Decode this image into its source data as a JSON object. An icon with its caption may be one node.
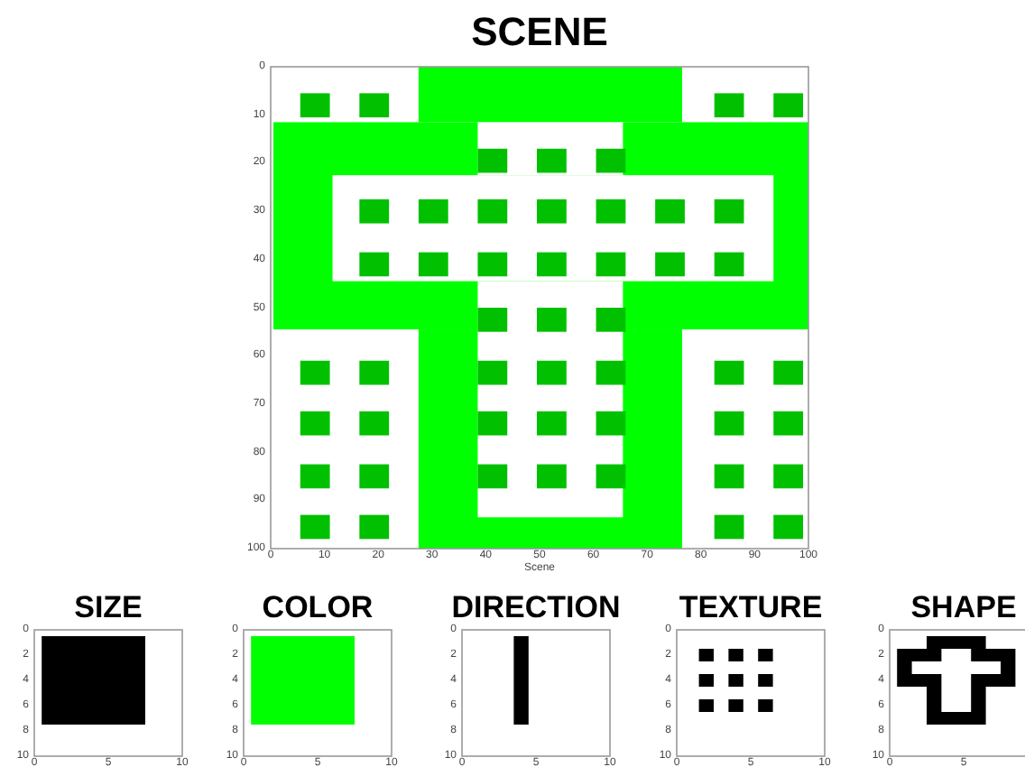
{
  "diagram": {
    "labels": [
      "SCENE",
      "0",
      "10",
      "20",
      "30",
      "40",
      "50",
      "60",
      "70",
      "80",
      "90",
      "100",
      "0",
      "10",
      "20",
      "30",
      "40",
      "50",
      "60",
      "70",
      "80",
      "90",
      "100",
      "Scene",
      "SIZE",
      "0",
      "2",
      "4",
      "6",
      "8",
      "10",
      "0",
      "5",
      "10",
      "COLOR",
      "0",
      "2",
      "4",
      "6",
      "8",
      "10",
      "0",
      "5",
      "10",
      "DIRECTION",
      "0",
      "2",
      "4",
      "6",
      "8",
      "10",
      "0",
      "5",
      "10",
      "TEXTURE",
      "0",
      "2",
      "4",
      "6",
      "8",
      "10",
      "0",
      "5",
      "10",
      "SHAPE",
      "0",
      "2",
      "4",
      "6",
      "8",
      "10",
      "0",
      "5"
    ]
  }
}
